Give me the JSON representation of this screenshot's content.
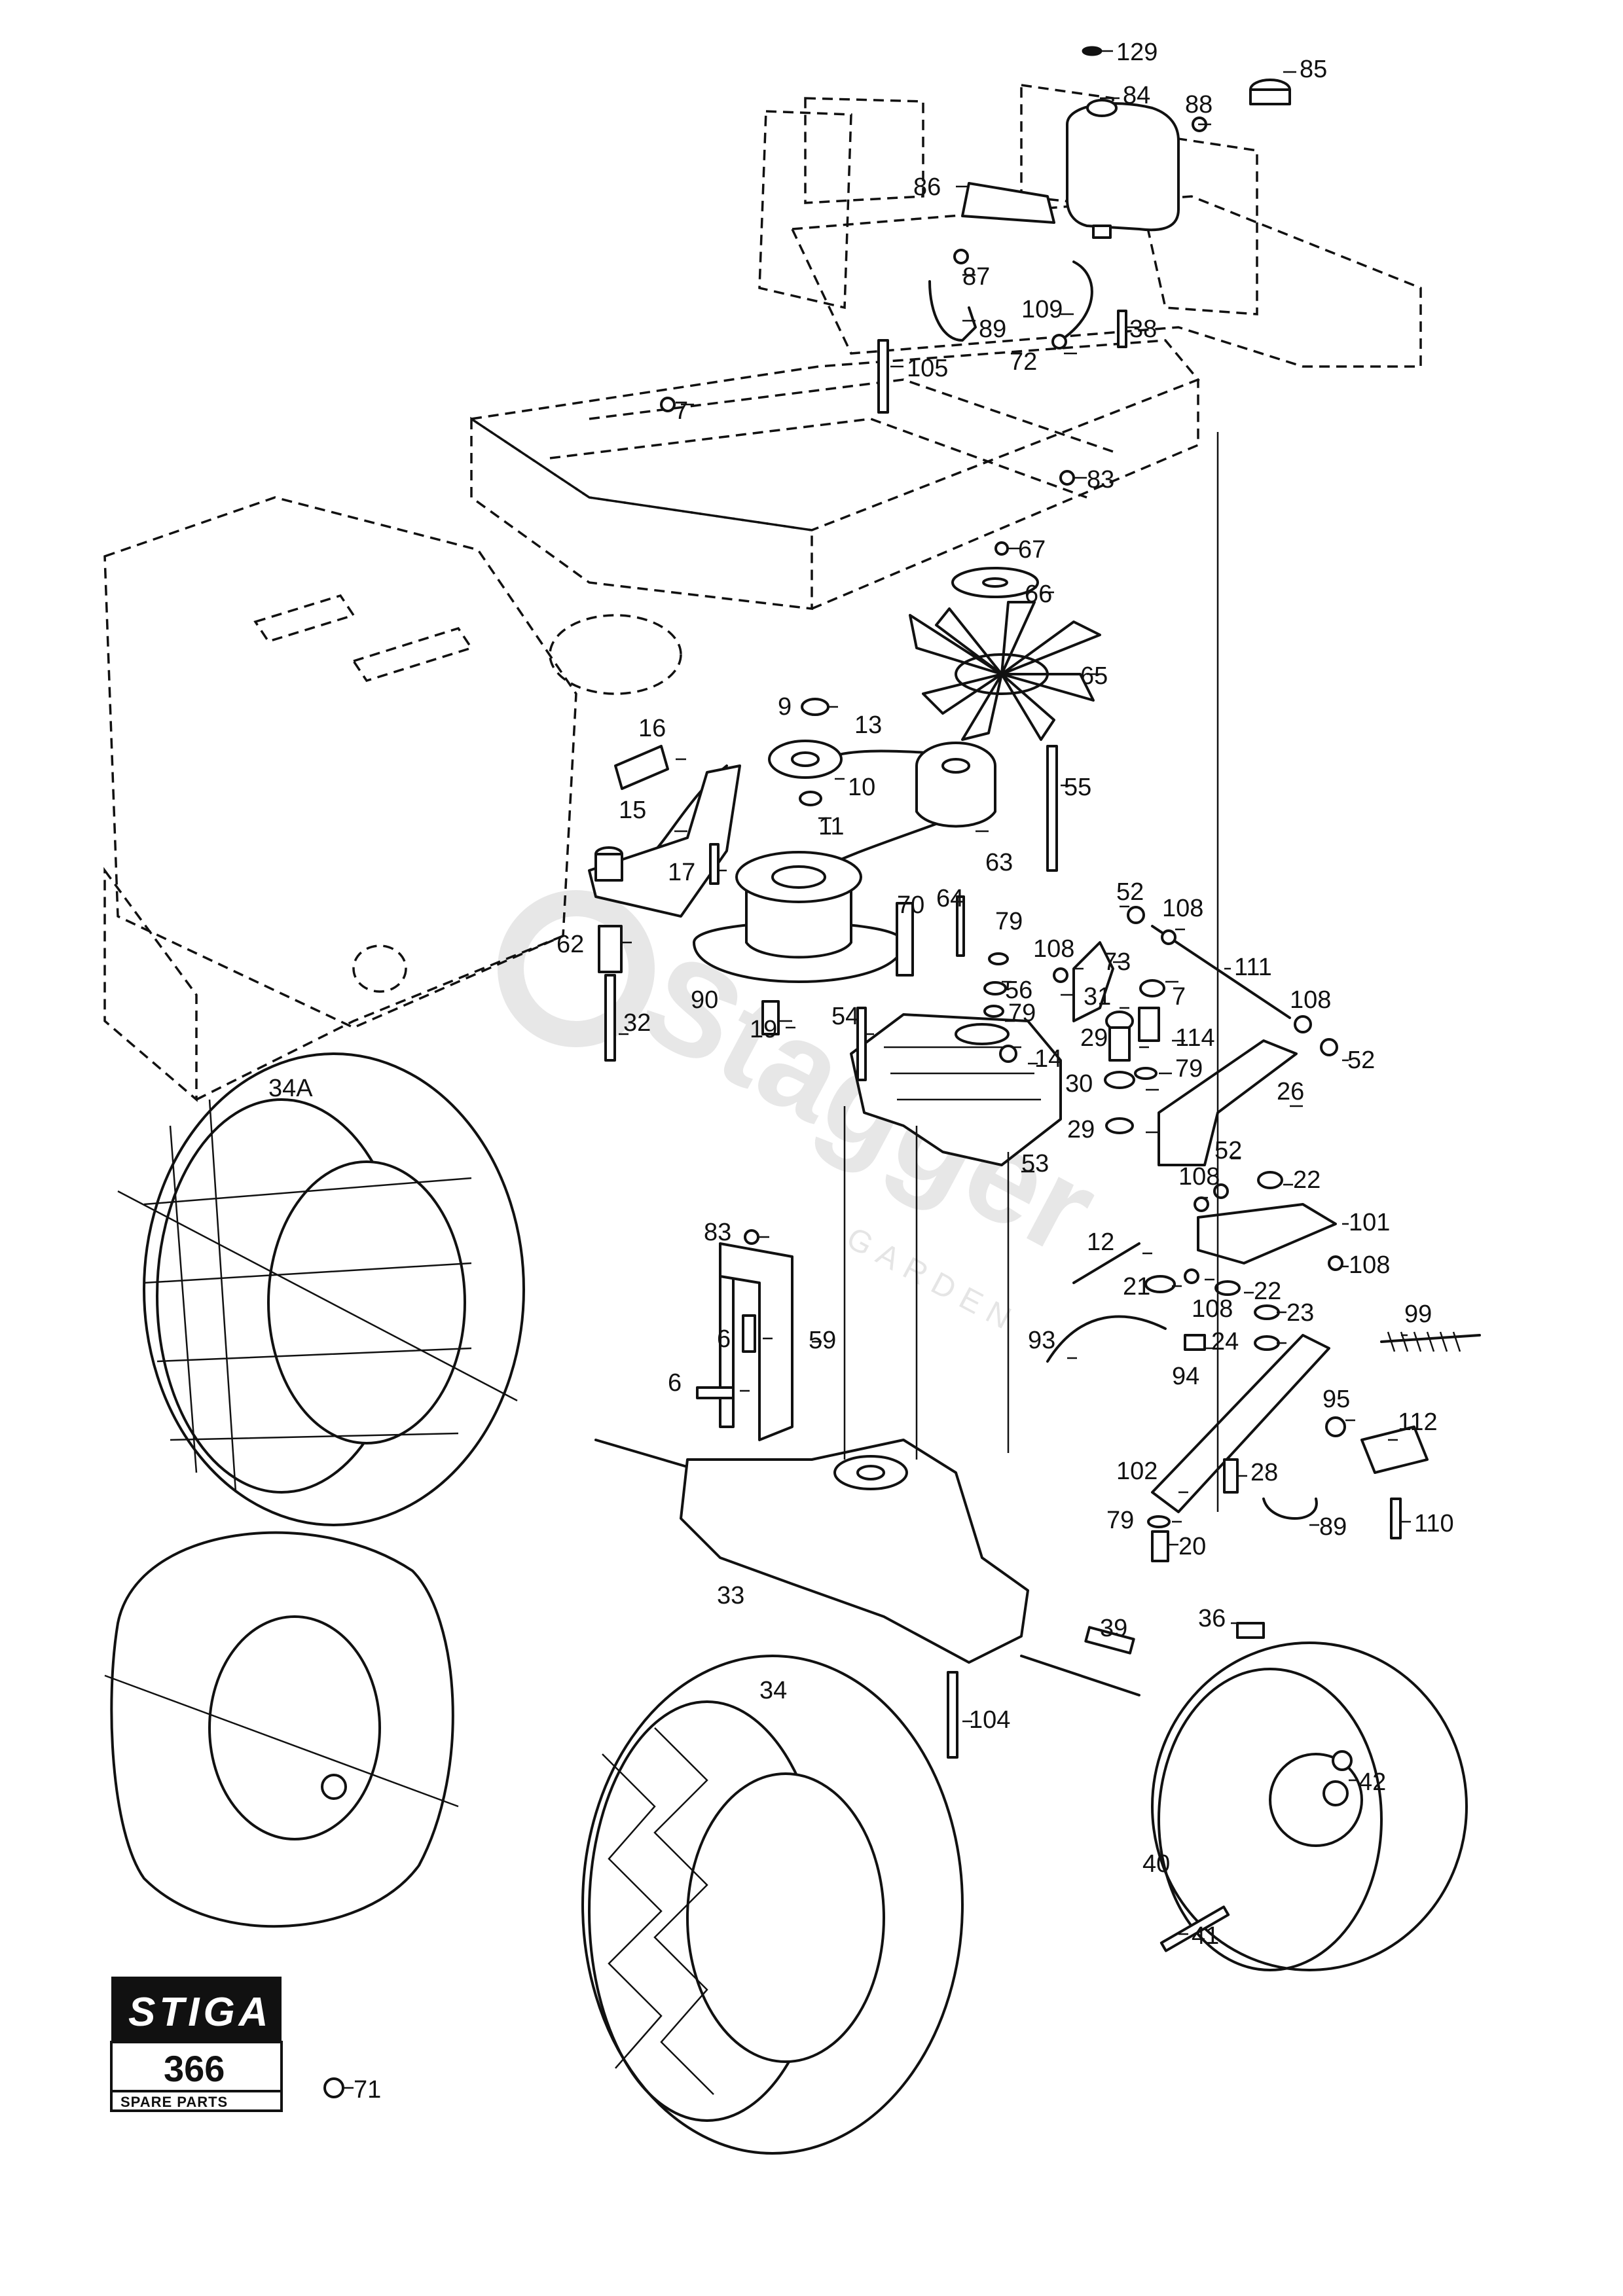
{
  "diagram": {
    "brand": "STIGA",
    "model": "366",
    "caption": "SPARE PARTS",
    "watermark": "Stagger",
    "watermark_sub": "GARDEN"
  },
  "parts": [
    {
      "id": "p129",
      "label": "129"
    },
    {
      "id": "p84",
      "label": "84"
    },
    {
      "id": "p85",
      "label": "85"
    },
    {
      "id": "p88",
      "label": "88"
    },
    {
      "id": "p86",
      "label": "86"
    },
    {
      "id": "p87",
      "label": "87"
    },
    {
      "id": "p89a",
      "label": "89"
    },
    {
      "id": "p109",
      "label": "109"
    },
    {
      "id": "p38",
      "label": "38"
    },
    {
      "id": "p72",
      "label": "72"
    },
    {
      "id": "p105",
      "label": "105"
    },
    {
      "id": "p7a",
      "label": "7"
    },
    {
      "id": "p83a",
      "label": "83"
    },
    {
      "id": "p67",
      "label": "67"
    },
    {
      "id": "p66",
      "label": "66"
    },
    {
      "id": "p65",
      "label": "65"
    },
    {
      "id": "p16",
      "label": "16"
    },
    {
      "id": "p9",
      "label": "9"
    },
    {
      "id": "p13",
      "label": "13"
    },
    {
      "id": "p10",
      "label": "10"
    },
    {
      "id": "p55",
      "label": "55"
    },
    {
      "id": "p15",
      "label": "15"
    },
    {
      "id": "p11",
      "label": "11"
    },
    {
      "id": "p63",
      "label": "63"
    },
    {
      "id": "p17",
      "label": "17"
    },
    {
      "id": "p52a",
      "label": "52"
    },
    {
      "id": "p108a",
      "label": "108"
    },
    {
      "id": "p70",
      "label": "70"
    },
    {
      "id": "p64",
      "label": "64"
    },
    {
      "id": "p79a",
      "label": "79"
    },
    {
      "id": "p108b",
      "label": "108"
    },
    {
      "id": "p73",
      "label": "73"
    },
    {
      "id": "p111",
      "label": "111"
    },
    {
      "id": "p62",
      "label": "62"
    },
    {
      "id": "p56",
      "label": "56"
    },
    {
      "id": "p31",
      "label": "31"
    },
    {
      "id": "p7b",
      "label": "7"
    },
    {
      "id": "p108c",
      "label": "108"
    },
    {
      "id": "p90",
      "label": "90"
    },
    {
      "id": "p79b",
      "label": "79"
    },
    {
      "id": "p32",
      "label": "32"
    },
    {
      "id": "p19",
      "label": "19"
    },
    {
      "id": "p54",
      "label": "54"
    },
    {
      "id": "p29a",
      "label": "29"
    },
    {
      "id": "p114",
      "label": "114"
    },
    {
      "id": "p52b",
      "label": "52"
    },
    {
      "id": "p14",
      "label": "14"
    },
    {
      "id": "p79c",
      "label": "79"
    },
    {
      "id": "p30",
      "label": "30"
    },
    {
      "id": "p26",
      "label": "26"
    },
    {
      "id": "p34A",
      "label": "34A"
    },
    {
      "id": "p29b",
      "label": "29"
    },
    {
      "id": "p53",
      "label": "53"
    },
    {
      "id": "p52c",
      "label": "52"
    },
    {
      "id": "p108d",
      "label": "108"
    },
    {
      "id": "p22a",
      "label": "22"
    },
    {
      "id": "p101",
      "label": "101"
    },
    {
      "id": "p83b",
      "label": "83"
    },
    {
      "id": "p12",
      "label": "12"
    },
    {
      "id": "p108e",
      "label": "108"
    },
    {
      "id": "p21",
      "label": "21"
    },
    {
      "id": "p22b",
      "label": "22"
    },
    {
      "id": "p108f",
      "label": "108"
    },
    {
      "id": "p23",
      "label": "23"
    },
    {
      "id": "p6a",
      "label": "6"
    },
    {
      "id": "p59",
      "label": "59"
    },
    {
      "id": "p93",
      "label": "93"
    },
    {
      "id": "p24",
      "label": "24"
    },
    {
      "id": "p99",
      "label": "99"
    },
    {
      "id": "p94",
      "label": "94"
    },
    {
      "id": "p6b",
      "label": "6"
    },
    {
      "id": "p95",
      "label": "95"
    },
    {
      "id": "p112",
      "label": "112"
    },
    {
      "id": "p102",
      "label": "102"
    },
    {
      "id": "p28",
      "label": "28"
    },
    {
      "id": "p110",
      "label": "110"
    },
    {
      "id": "p79d",
      "label": "79"
    },
    {
      "id": "p89b",
      "label": "89"
    },
    {
      "id": "p20",
      "label": "20"
    },
    {
      "id": "p33",
      "label": "33"
    },
    {
      "id": "p36",
      "label": "36"
    },
    {
      "id": "p39",
      "label": "39"
    },
    {
      "id": "p34",
      "label": "34"
    },
    {
      "id": "p104",
      "label": "104"
    },
    {
      "id": "p42",
      "label": "42"
    },
    {
      "id": "p40",
      "label": "40"
    },
    {
      "id": "p41",
      "label": "41"
    },
    {
      "id": "p71",
      "label": "71"
    }
  ]
}
